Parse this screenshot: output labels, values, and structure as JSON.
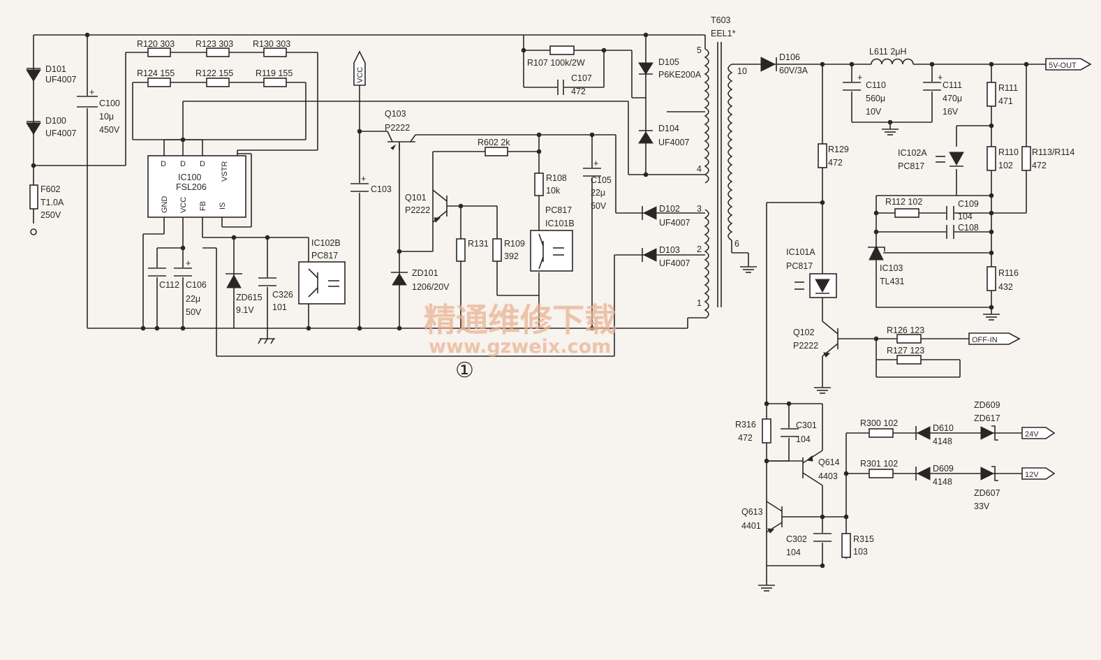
{
  "labels": {
    "d101": "D101",
    "d101v": "UF4007",
    "d100": "D100",
    "d100v": "UF4007",
    "c100": "C100",
    "c100a": "10μ",
    "c100b": "450V",
    "f602": "F602",
    "f602a": "T1.0A",
    "f602b": "250V",
    "r120": "R120  303",
    "r123": "R123  303",
    "r130": "R130  303",
    "r124": "R124  155",
    "r122": "R122  155",
    "r119": "R119  155",
    "ic100": "IC100",
    "ic100v": "FSL206",
    "pin_d": "D",
    "pin_vstr": "VSTR",
    "pin_gnd": "GND",
    "pin_vcc": "VCC",
    "pin_fb": "FB",
    "pin_is": "IS",
    "vcc": "VCC",
    "q103": "Q103",
    "q103v": "P2222",
    "c103": "C103",
    "q101": "Q101",
    "q101v": "P2222",
    "zd101": "ZD101",
    "zd101v": "1206/20V",
    "r602": "R602  2k",
    "r108": "R108",
    "r108v": "10k",
    "r131": "R131",
    "r109": "R109",
    "r109v": "392",
    "pc817b": "PC817",
    "ic101b": "IC101B",
    "c105": "C105",
    "c105a": "22μ",
    "c105b": "50V",
    "r107": "R107  100k/2W",
    "c107": "C107",
    "c107v": "472",
    "d105": "D105",
    "d105v": "P6KE200A",
    "d104": "D104",
    "d104v": "UF4007",
    "d102": "D102",
    "d102v": "UF4007",
    "d103": "D103",
    "d103v": "UF4007",
    "t603": "T603",
    "t603v": "EEL1*",
    "pin5": "5",
    "pin4": "4",
    "pin3": "3",
    "pin2": "2",
    "pin1": "1",
    "pin10": "10",
    "pin6": "6",
    "c112": "C112",
    "c106": "C106",
    "c106a": "22μ",
    "c106b": "50V",
    "zd615": "ZD615",
    "zd615v": "9.1V",
    "c326": "C326",
    "c326v": "101",
    "ic102b": "IC102B",
    "ic102bv": "PC817",
    "marker": "①",
    "d106": "D106",
    "d106v": "60V/3A",
    "l611": "L611  2μH",
    "c110": "C110",
    "c110a": "560μ",
    "c110b": "10V",
    "c111": "C111",
    "c111a": "470μ",
    "c111b": "16V",
    "r111": "R111",
    "r111v": "471",
    "r110": "R110",
    "r110v": "102",
    "r113": "R113/R114",
    "r113v": "472",
    "r129": "R129",
    "r129v": "472",
    "ic102a": "IC102A",
    "ic102av": "PC817",
    "r112": "R112  102",
    "c109": "C109",
    "c109v": "104",
    "c108": "C108",
    "ic103": "IC103",
    "ic103v": "TL431",
    "r116": "R116",
    "r116v": "432",
    "ic101a": "IC101A",
    "ic101av": "PC817",
    "q102": "Q102",
    "q102v": "P2222",
    "r126": "R126  123",
    "r127": "R127  123",
    "off_in": "OFF-IN",
    "out5v": "5V-OUT",
    "r316": "R316",
    "r316v": "472",
    "c301": "C301",
    "c301v": "104",
    "q614": "Q614",
    "q614v": "4403",
    "q613": "Q613",
    "q613v": "4401",
    "c302": "C302",
    "c302v": "104",
    "r315": "R315",
    "r315v": "103",
    "r300": "R300  102",
    "r301": "R301  102",
    "d610": "D610",
    "d610v": "4148",
    "d609": "D609",
    "d609v": "4148",
    "zd609": "ZD609",
    "zd617": "ZD617",
    "zd607": "ZD607",
    "zd607v": "33V",
    "out24": "24V",
    "out12": "12V"
  },
  "watermark": {
    "line1": "精通维修下载",
    "line2": "www.gzweix.com"
  },
  "colors": {
    "ink": "#2a2626",
    "paper": "#f7f3ee",
    "watermark": "#e9b394"
  }
}
